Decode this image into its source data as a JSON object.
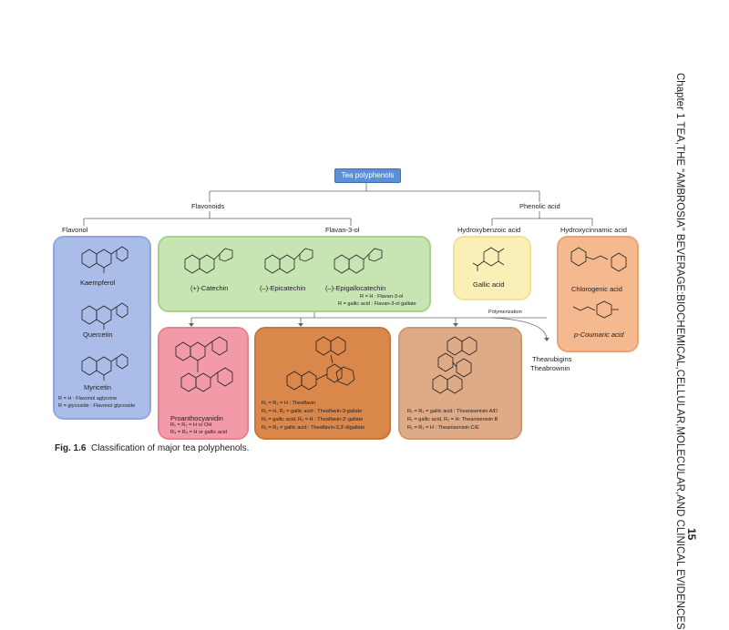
{
  "root": "Tea polyphenols",
  "branches": {
    "flavonoids": "Flavonoids",
    "phenolic_acid": "Phenolic acid"
  },
  "subbranches": {
    "flavonol": "Flavonol",
    "flavan3ol": "Flavan-3-ol",
    "hydroxybenzoic": "Hydroxybenzoic acid",
    "hydroxycinnamic": "Hydroxycinnamic acid"
  },
  "flavonol_box": {
    "kaempferol": "Kaempferol",
    "quercetin": "Quercetin",
    "myricetin": "Myricetin",
    "note1": "R = H : Flavonol aglycone",
    "note2": "R = glycoside : Flavonol glycoside"
  },
  "flavanol_box": {
    "catechin": "(+)-Catechin",
    "epicatechin": "(–)-Epicatechin",
    "epigallocatechin": "(–)-Epigallocatechin",
    "note1": "R = H : Flavan-3-ol",
    "note2": "R = gallic acid : Flavan-3-ol gallate"
  },
  "gallic_box": {
    "name": "Gallic acid"
  },
  "cinnamic_box": {
    "chlorogenic": "Chlorogenic acid",
    "coumaric": "p-Coumaric acid"
  },
  "proantho_box": {
    "name": "Proanthocyanidin",
    "line1": "R₁ = R₂ = H or OH",
    "line2": "R₃ = R₄ = H or gallic acid"
  },
  "theaflavin_box": {
    "line1": "R₁ = R₂ = H : Theaflavin",
    "line2": "R₁ = H, R₂ = gallic acid : Theaflavin-3-gallate",
    "line3": "R₁ = gallic acid, R₂ = H : Theaflavin-3′-gallate",
    "line4": "R₁ = R₂ = gallic acid : Theaflavin-3,3′-digallate"
  },
  "theasinensin_box": {
    "line1": "R₁ = R₂ = gallic acid : Theanisenisin A/D",
    "line2": "R₁ = gallic acid, R₂ = H: Theanisenisin B",
    "line3": "R₁ = R₂ = H : Theanisenisin C/E"
  },
  "polymerization": "Polymerization",
  "thearubigins": "Thearubigins",
  "theabrownin": "Theabrownin",
  "caption": {
    "label": "Fig. 1.6",
    "text": "Classification of major tea polyphenols."
  },
  "sidebar": {
    "chapter_text": "Chapter 1   TEA,THE “AMBROSIA” BEVERAGE:BIOCHEMICAL,CELLULAR,MOLECULAR,AND CLINICAL EVIDENCES",
    "page_number": "15"
  },
  "colors": {
    "root_blue": "#5b8fd6",
    "flavonol_blue": "#a9bde8",
    "flavanol_green": "#c7e4b3",
    "gallic_yellow": "#fbefb8",
    "cinnamic_orange": "#f5b98f",
    "proantho_pink": "#f29aa8",
    "theaflavin_brown": "#d9874a",
    "theasinensin_tan": "#deab86"
  }
}
